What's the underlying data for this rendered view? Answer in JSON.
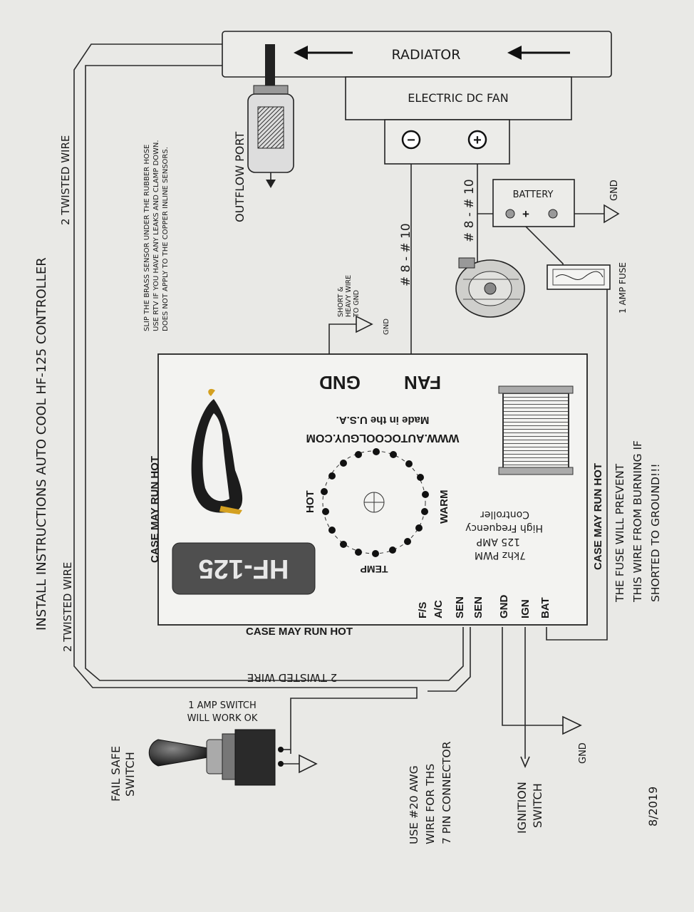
{
  "labels": {
    "title": "INSTALL INSTRUCTIONS AUTO COOL HF-125 CONTROLLER",
    "twisted_top": "2 TWISTED WIRE",
    "twisted_left": "2 TWISTED WIRE",
    "twisted_bottom": "2 TWISTED WIRE",
    "radiator": "RADIATOR",
    "electric_fan": "ELECTRIC DC FAN",
    "fan_minus": "−",
    "fan_plus": "+",
    "outflow_port": "OUTFLOW PORT",
    "sensor_note_1": "SLIP THE BRASS SENSOR UNDER THE RUBBER HOSE",
    "sensor_note_2": "USE RTV IF YOU HAVE ANY LEAKS AND CLAMP DOWN.",
    "sensor_note_3": "DOES NOT APPLY TO THE COPPER INLINE SENSORS.",
    "battery": "BATTERY",
    "battery_plus": "+",
    "gnd": "GND",
    "wire_fan": "# 8 - # 10",
    "wire_battery": "# 8 - # 10",
    "short_note_1": "SHORT &",
    "short_note_2": "HEAVY WIRE",
    "short_note_3": "TO GND",
    "amp_fuse": "1 AMP FUSE",
    "fuse_note_1": "THE FUSE WILL PREVENT",
    "fuse_note_2": "THIS WIRE FROM BURNING IF",
    "fuse_note_3": "SHORTED TO GROUND!!!",
    "case_hot": "CASE MAY RUN HOT",
    "switch_note_1": "1 AMP SWITCH",
    "switch_note_2": "WILL WORK OK",
    "fail_safe_1": "FAIL SAFE",
    "fail_safe_2": "SWITCH",
    "awg_note_1": "USE #20 AWG",
    "awg_note_2": "WIRE FOR THS",
    "awg_note_3": "7 PIN CONNECTOR",
    "ignition_1": "IGNITION",
    "ignition_2": "SWITCH",
    "date": "8/2019"
  },
  "controller": {
    "term_gnd": "GND",
    "term_fan": "FAN",
    "website": "WWW.AUTOCOOLGUY.COM",
    "made": "Made in the U.S.A.",
    "model": "HF-125",
    "spec_1": "7khz PWM",
    "spec_2": "125 AMP",
    "spec_3": "High Frequency",
    "spec_4": "Controller",
    "dial_hot": "HOT",
    "dial_warm": "WARM",
    "dial_temp": "TEMP",
    "pins": [
      "F/S",
      "A/C",
      "SEN",
      "SEN",
      "GND",
      "IGN",
      "BAT"
    ]
  }
}
